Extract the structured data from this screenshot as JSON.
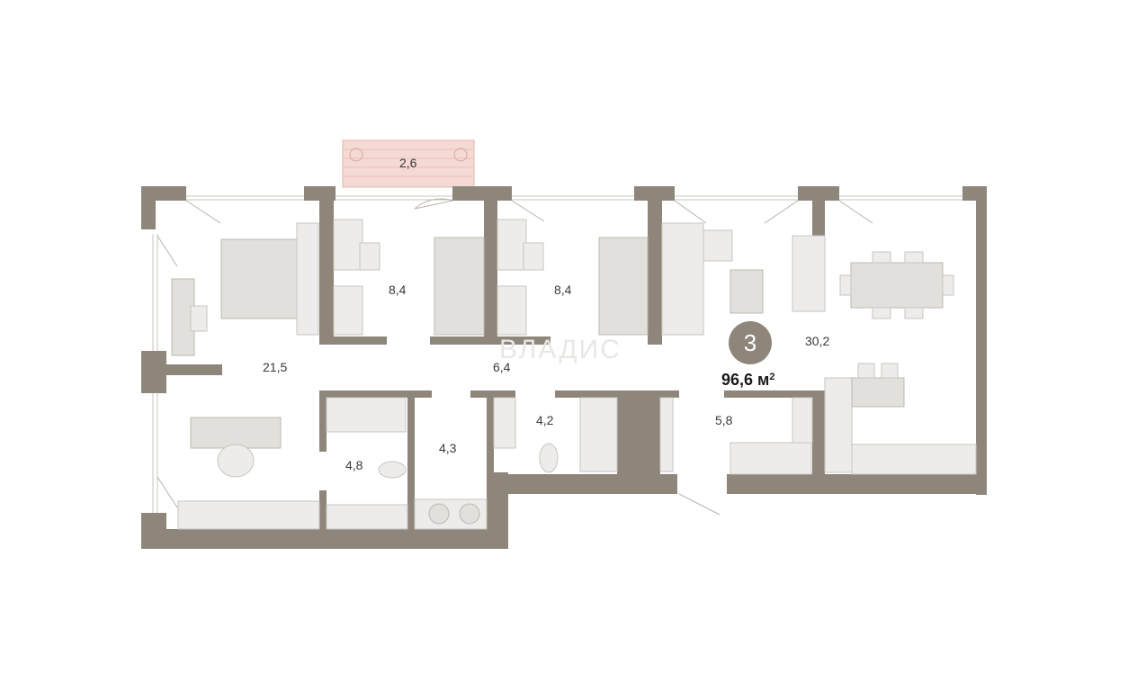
{
  "plan": {
    "rooms_count": "3",
    "total_area": "96,6 м",
    "total_area_sup": "2",
    "watermark": "ВЛАДИС",
    "colors": {
      "wall": "#8e857b",
      "balcony": "#f4d9d4",
      "furniture": "#e2e0dc"
    },
    "rooms": [
      {
        "area": "2,6"
      },
      {
        "area": "8,4"
      },
      {
        "area": "8,4"
      },
      {
        "area": "30,2"
      },
      {
        "area": "21,5"
      },
      {
        "area": "6,4"
      },
      {
        "area": "4,2"
      },
      {
        "area": "5,8"
      },
      {
        "area": "4,8"
      },
      {
        "area": "4,3"
      }
    ]
  }
}
